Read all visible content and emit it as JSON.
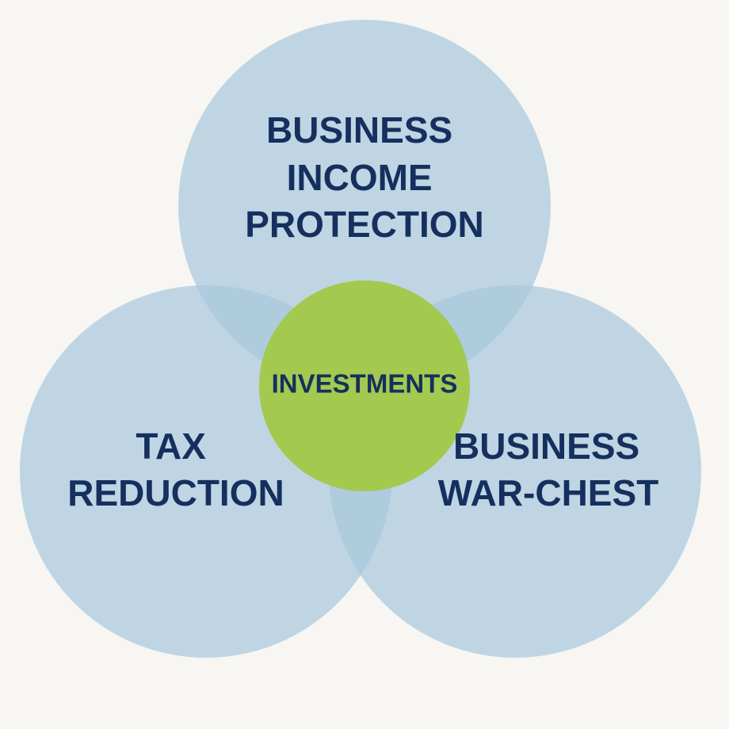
{
  "diagram": {
    "type": "venn",
    "colors": {
      "background": "#f7f6f2",
      "circle": "#a9c8dd",
      "center": "#a3c94f",
      "text": "#15305e"
    },
    "sets": [
      {
        "id": "top",
        "lines": [
          "BUSINESS",
          "INCOME",
          "PROTECTION"
        ]
      },
      {
        "id": "left",
        "lines": [
          "TAX",
          "REDUCTION"
        ]
      },
      {
        "id": "right",
        "lines": [
          "BUSINESS",
          "WAR-CHEST"
        ]
      }
    ],
    "center": {
      "label": "INVESTMENTS"
    }
  }
}
